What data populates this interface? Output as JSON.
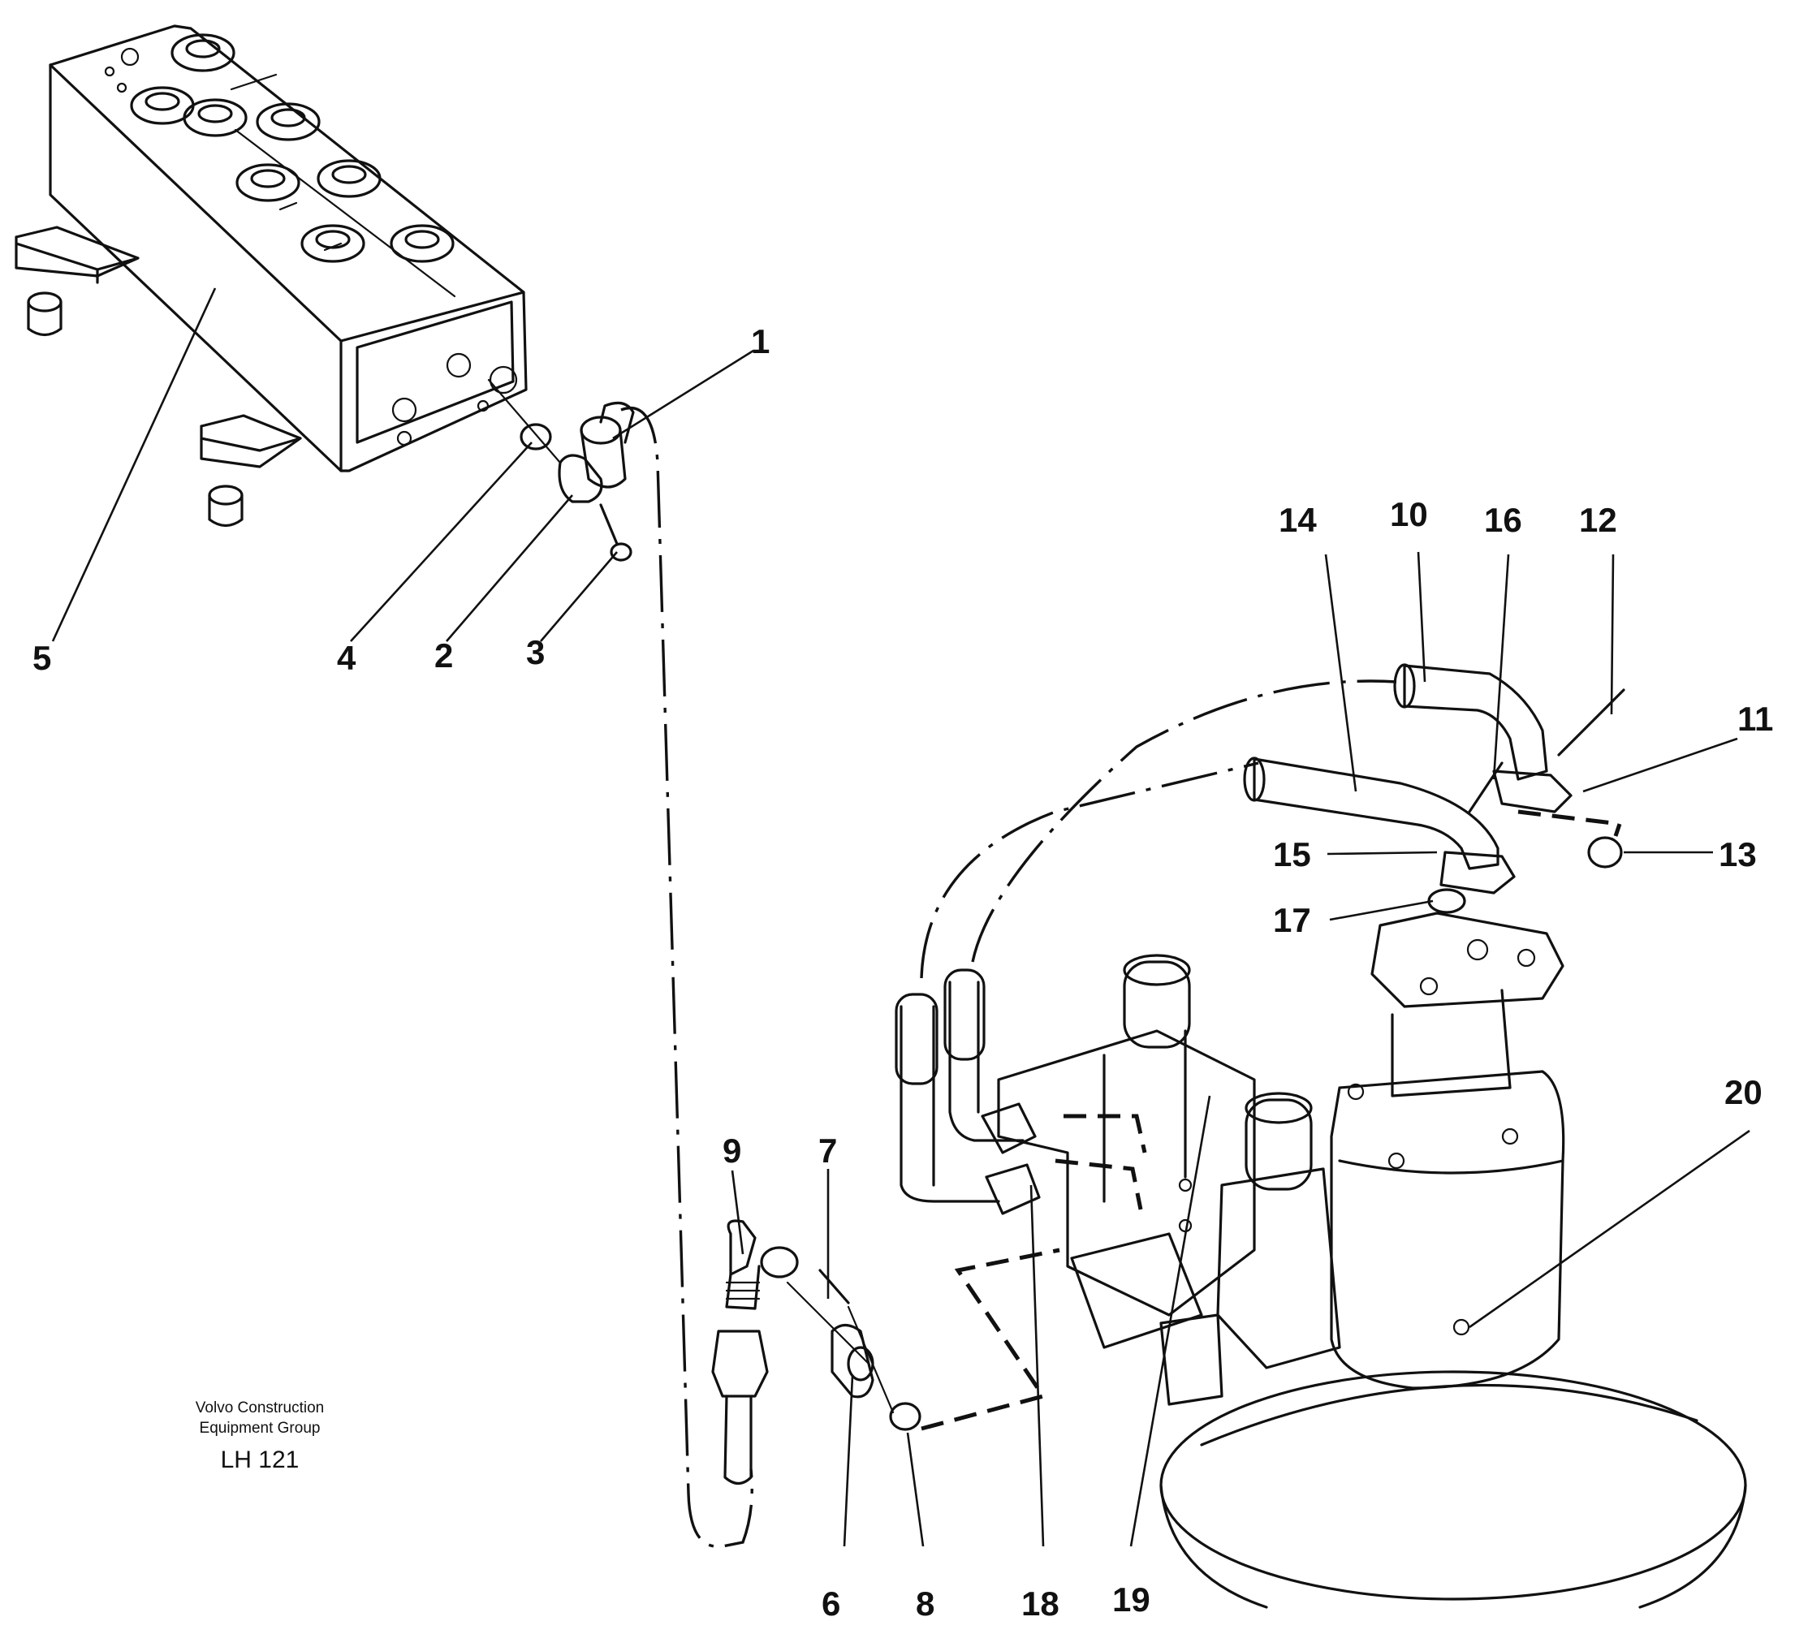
{
  "callouts": [
    "1",
    "2",
    "3",
    "4",
    "5",
    "6",
    "7",
    "8",
    "9",
    "10",
    "11",
    "12",
    "13",
    "14",
    "15",
    "16",
    "17",
    "18",
    "19",
    "20"
  ],
  "caption": {
    "company_line1": "Volvo Construction",
    "company_line2": "Equipment Group",
    "code": "LH 121"
  }
}
